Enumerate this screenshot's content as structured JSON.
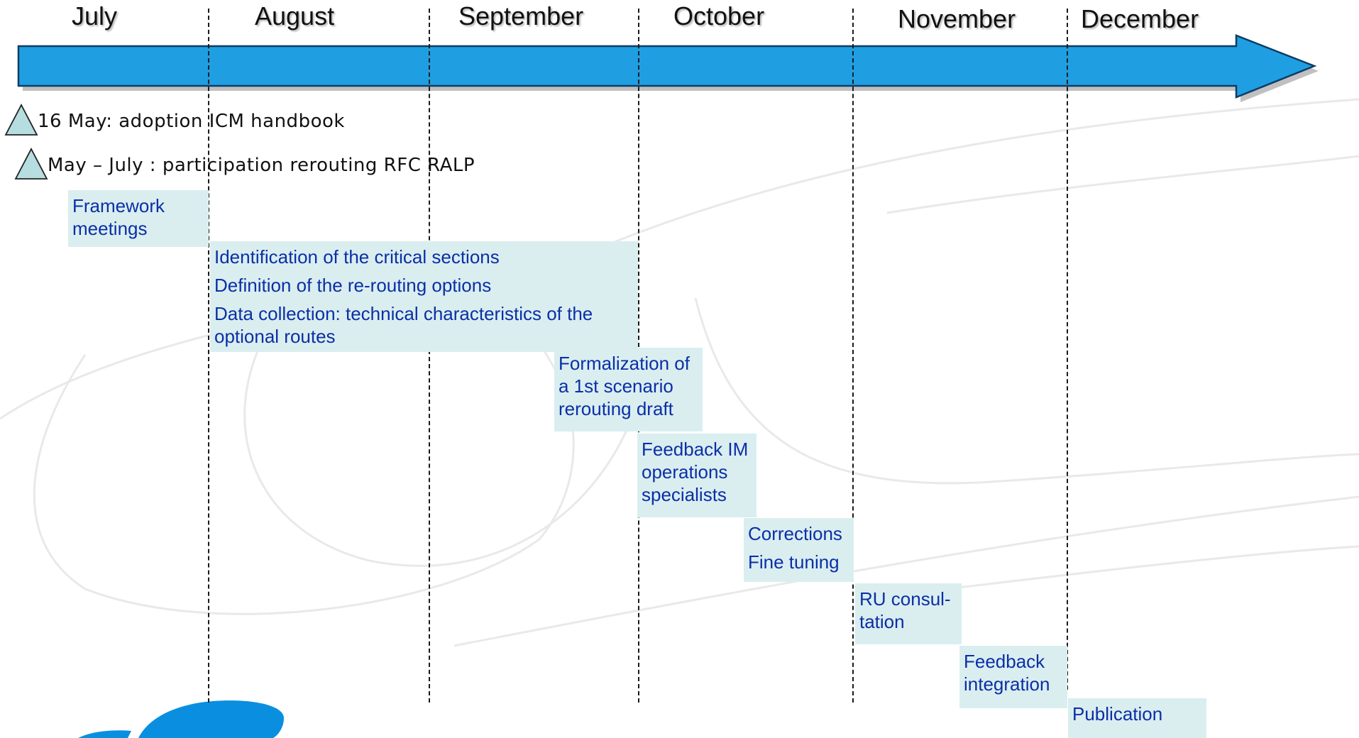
{
  "months": [
    "July",
    "August",
    "September",
    "October",
    "November",
    "December"
  ],
  "milestones": [
    {
      "label": "16 May: adoption ICM handbook"
    },
    {
      "label": "May – July : participation rerouting RFC RALP"
    }
  ],
  "tasks": [
    {
      "lines": [
        "Framework",
        "meetings"
      ]
    },
    {
      "lines": [
        "Identification of the critical sections",
        "Definition of the re-routing options",
        "Data collection: technical characteristics of the",
        "optional routes"
      ]
    },
    {
      "lines": [
        "Formalization of",
        "a 1st scenario",
        "rerouting draft"
      ]
    },
    {
      "lines": [
        "Feedback IM",
        "operations",
        "specialists"
      ]
    },
    {
      "lines": [
        "Corrections",
        "Fine tuning"
      ]
    },
    {
      "lines": [
        "RU consul-",
        "tation"
      ]
    },
    {
      "lines": [
        "Feedback",
        "integration"
      ]
    },
    {
      "lines": [
        "Publication"
      ]
    }
  ],
  "colors": {
    "arrow_fill": "#1f9fe2",
    "arrow_stroke": "#0d3c66",
    "task_fill": "#daeef0",
    "task_text": "#0b2fa6",
    "milestone_fill": "#b6dde0",
    "logo_blue": "#0a8fe0"
  }
}
